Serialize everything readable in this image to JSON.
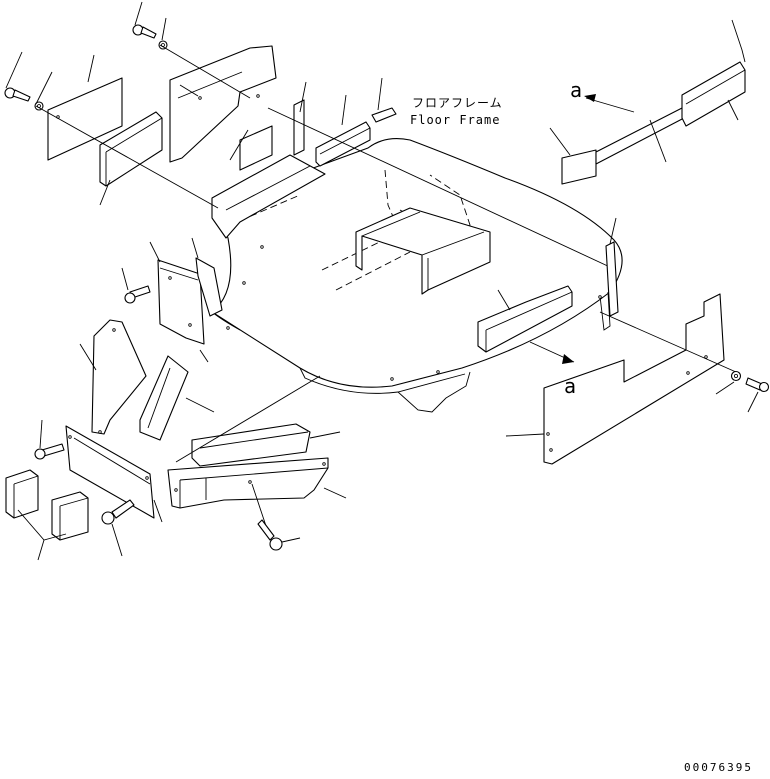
{
  "diagram": {
    "label_jp": "フロアフレーム",
    "label_en": "Floor Frame",
    "view_mark_top": "a",
    "view_mark_bottom": "a",
    "figure_number": "00076395"
  }
}
